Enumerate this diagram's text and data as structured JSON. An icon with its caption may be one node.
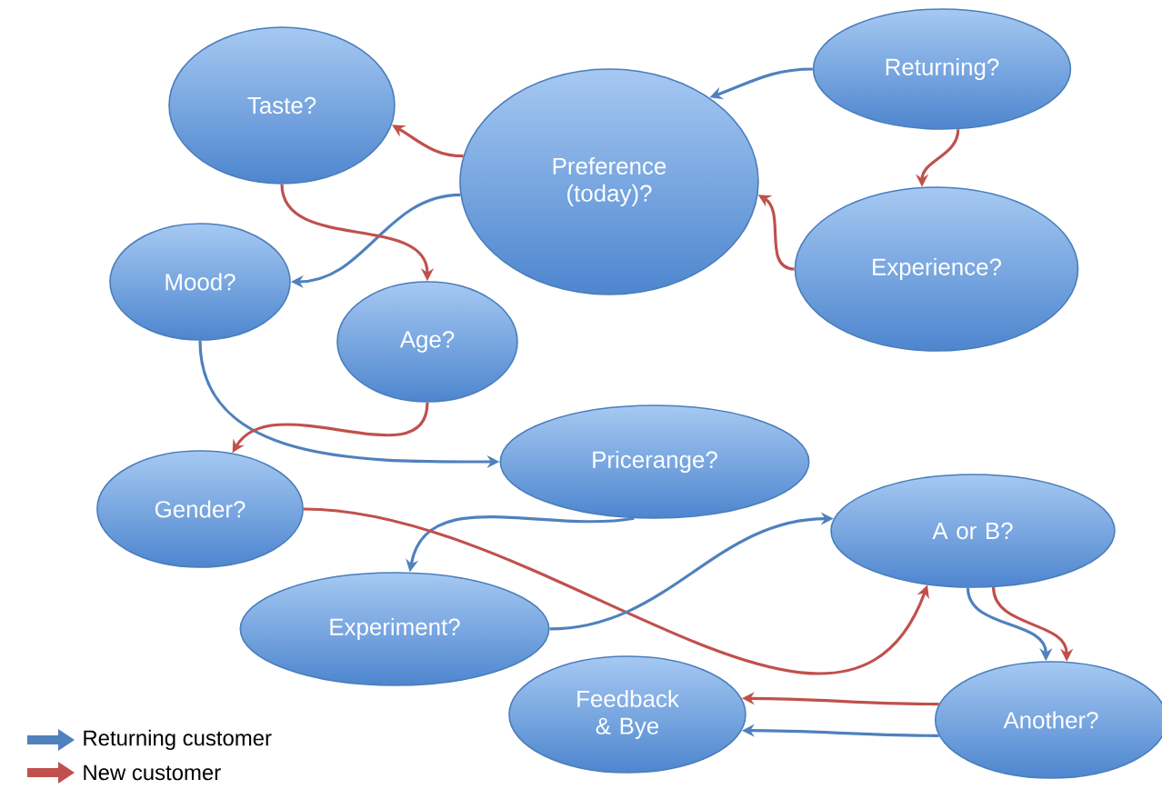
{
  "diagram": {
    "nodes": [
      {
        "text": [
          "Taste?"
        ]
      },
      {
        "text": [
          "Preference (today)?"
        ]
      },
      {
        "text": [
          "Returning?"
        ]
      },
      {
        "text": [
          "Experience?"
        ]
      },
      {
        "text": [
          "Mood?"
        ]
      },
      {
        "text": [
          "Age?"
        ]
      },
      {
        "text": [
          "Pricerange?"
        ]
      },
      {
        "text": [
          "Gender?"
        ]
      },
      {
        "text": [
          "A or B?"
        ]
      },
      {
        "text": [
          "Experiment?"
        ]
      },
      {
        "text": [
          "Feedback & Bye"
        ]
      },
      {
        "text": [
          "Another?"
        ]
      }
    ],
    "edges": [
      {
        "from": 2,
        "to": 1,
        "arrow": "to",
        "color": "#4f81bd"
      },
      {
        "from": 2,
        "to": 3,
        "arrow": "to",
        "color": "#c0504d"
      },
      {
        "from": 3,
        "to": 1,
        "arrow": "to",
        "color": "#c0504d"
      },
      {
        "from": 1,
        "to": 0,
        "arrow": "to",
        "color": "#c0504d"
      },
      {
        "from": 1,
        "to": 4,
        "arrow": "to",
        "color": "#4f81bd"
      },
      {
        "from": 0,
        "to": 5,
        "arrow": "to",
        "color": "#c0504d"
      },
      {
        "from": 4,
        "to": 6,
        "arrow": "to",
        "color": "#4f81bd"
      },
      {
        "from": 5,
        "to": 7,
        "arrow": "to",
        "color": "#c0504d"
      },
      {
        "from": 6,
        "to": 9,
        "arrow": "to",
        "color": "#4f81bd"
      },
      {
        "from": 7,
        "to": 8,
        "arrow": "to",
        "color": "#c0504d"
      },
      {
        "from": 9,
        "to": 8,
        "arrow": "to",
        "color": "#4f81bd"
      },
      {
        "from": 8,
        "to": 11,
        "arrow": "to",
        "color": "#4f81bd"
      },
      {
        "from": 8,
        "to": 11,
        "arrow": "to",
        "color": "#c0504d"
      },
      {
        "from": 11,
        "to": 10,
        "arrow": "to",
        "color": "#c0504d"
      },
      {
        "from": 11,
        "to": 10,
        "arrow": "to",
        "color": "#4f81bd"
      }
    ],
    "legend": [
      {
        "text": "Returning  customer",
        "color": "#4f81bd"
      },
      {
        "text": "New customer",
        "color": "#c0504d"
      }
    ]
  }
}
